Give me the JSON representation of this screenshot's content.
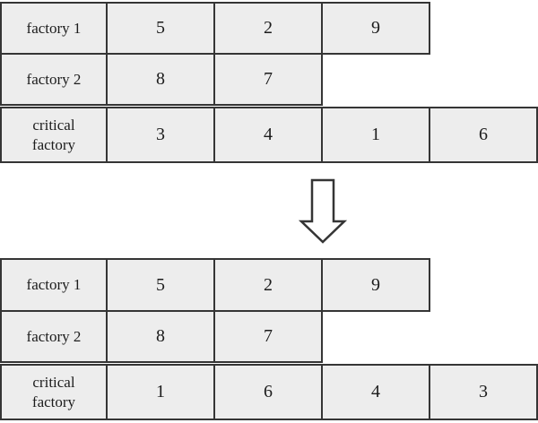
{
  "colors": {
    "cell_bg": "#ededed",
    "border": "#353535",
    "text": "#1c1c1c",
    "page_bg": "#ffffff"
  },
  "arrow": {
    "meaning": "transformation-down-arrow"
  },
  "tables": {
    "before": {
      "rows": [
        {
          "label": "factory 1",
          "values": [
            "5",
            "2",
            "9"
          ]
        },
        {
          "label": "factory 2",
          "values": [
            "8",
            "7"
          ]
        },
        {
          "label": "critical\nfactory",
          "values": [
            "3",
            "4",
            "1",
            "6"
          ]
        }
      ]
    },
    "after": {
      "rows": [
        {
          "label": "factory 1",
          "values": [
            "5",
            "2",
            "9"
          ]
        },
        {
          "label": "factory 2",
          "values": [
            "8",
            "7"
          ]
        },
        {
          "label": "critical\nfactory",
          "values": [
            "1",
            "6",
            "4",
            "3"
          ]
        }
      ]
    }
  }
}
